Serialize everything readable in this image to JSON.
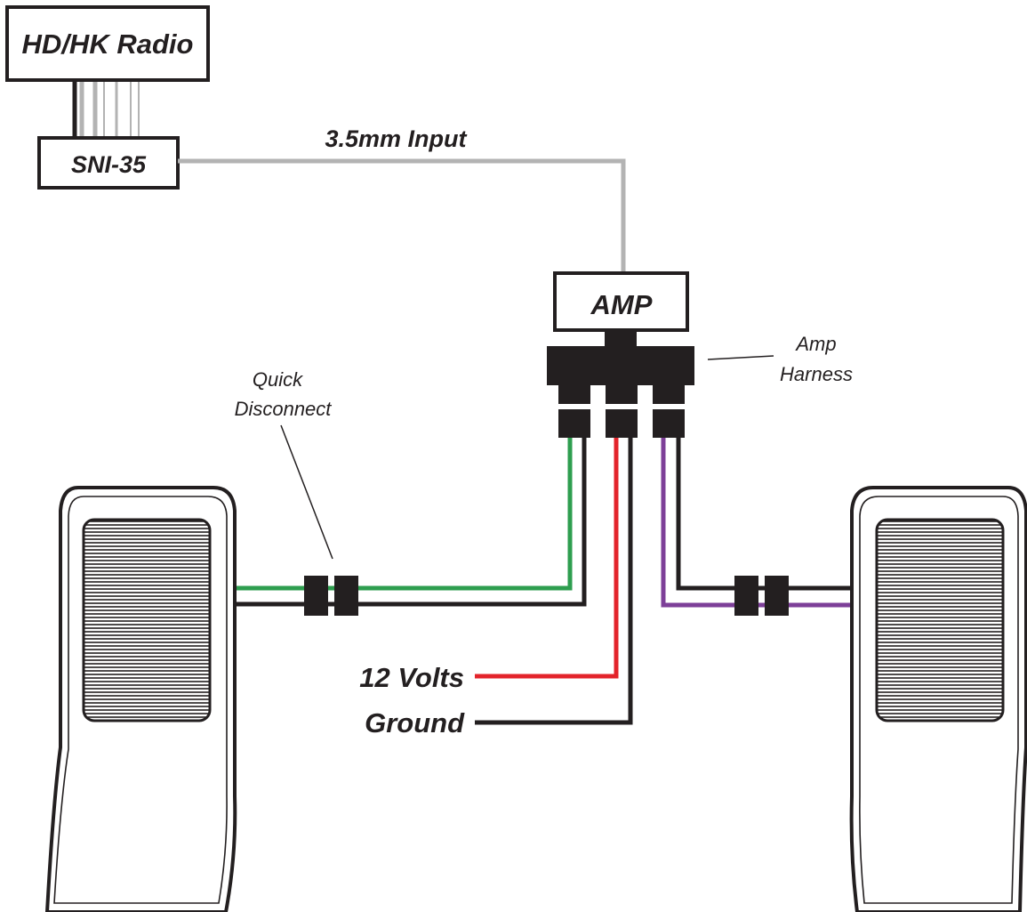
{
  "labels": {
    "radio": "HD/HK Radio",
    "interface": "SNI-35",
    "input": "3.5mm Input",
    "amp": "AMP",
    "harness_line1": "Amp",
    "harness_line2": "Harness",
    "disconnect_line1": "Quick",
    "disconnect_line2": "Disconnect",
    "power": "12 Volts",
    "ground": "Ground"
  },
  "colors": {
    "outline": "#231f20",
    "audio_cable": "#b3b3b3",
    "speaker_left_positive": "#2e9e4f",
    "speaker_right_positive": "#7d3f98",
    "power_wire": "#e3242b",
    "ground_wire": "#231f20"
  },
  "icons": {
    "speaker": "speaker-pod-icon",
    "connector": "quick-disconnect-icon"
  }
}
